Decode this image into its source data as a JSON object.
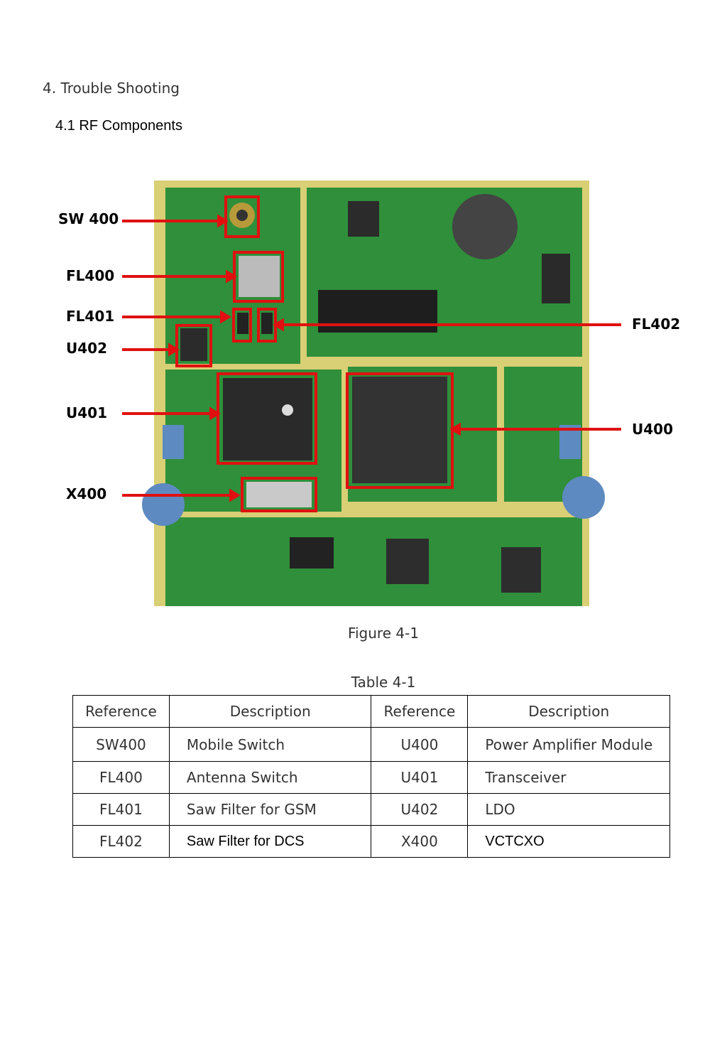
{
  "section_title": "4. Trouble Shooting",
  "subsection_title": "4.1 RF Components",
  "callouts": {
    "sw400": "SW 400",
    "fl400": "FL400",
    "fl401": "FL401",
    "u402": "U402",
    "u401": "U401",
    "x400": "X400",
    "fl402": "FL402",
    "u400": "U400"
  },
  "colors": {
    "callout": "#e01010",
    "pcb": "#2f8f3a",
    "pad": "#d9cf74"
  },
  "figure_caption": "Figure 4-1",
  "table_caption": "Table 4-1",
  "table": {
    "headers": [
      "Reference",
      "Description",
      "Reference",
      "Description"
    ],
    "rows": [
      [
        "SW400",
        "Mobile Switch",
        "U400",
        "Power Amplifier Module"
      ],
      [
        "FL400",
        "Antenna Switch",
        "U401",
        "Transceiver"
      ],
      [
        "FL401",
        "Saw Filter for GSM",
        "U402",
        "LDO"
      ],
      [
        "FL402",
        "Saw Filter for DCS",
        "X400",
        "VCTCXO"
      ]
    ]
  }
}
